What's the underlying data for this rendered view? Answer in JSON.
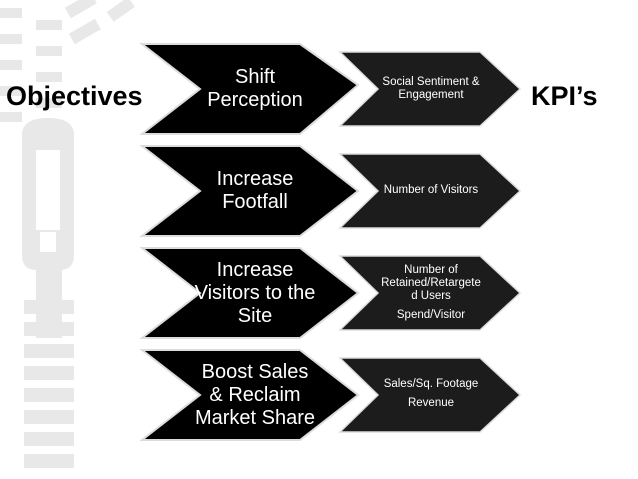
{
  "labels": {
    "left": "Objectives",
    "right": "KPI’s"
  },
  "colors": {
    "objective_fill": "#000000",
    "kpi_fill": "#1c1c1c",
    "stroke": "#dcdcdc",
    "zipper": "#e8e8e8"
  },
  "rows": [
    {
      "objective": [
        "Shift",
        "Perception"
      ],
      "kpis": [
        [
          "Social Sentiment &",
          "Engagement"
        ]
      ]
    },
    {
      "objective": [
        "Increase",
        "Footfall"
      ],
      "kpis": [
        [
          "Number of Visitors"
        ]
      ]
    },
    {
      "objective": [
        "Increase",
        "Visitors to the",
        "Site"
      ],
      "kpis": [
        [
          "Number of",
          "Retained/Retargete",
          "d Users"
        ],
        [
          "Spend/Visitor"
        ]
      ]
    },
    {
      "objective": [
        "Boost Sales",
        "& Reclaim",
        "Market Share"
      ],
      "kpis": [
        [
          "Sales/Sq. Footage"
        ],
        [
          "Revenue"
        ]
      ]
    }
  ]
}
